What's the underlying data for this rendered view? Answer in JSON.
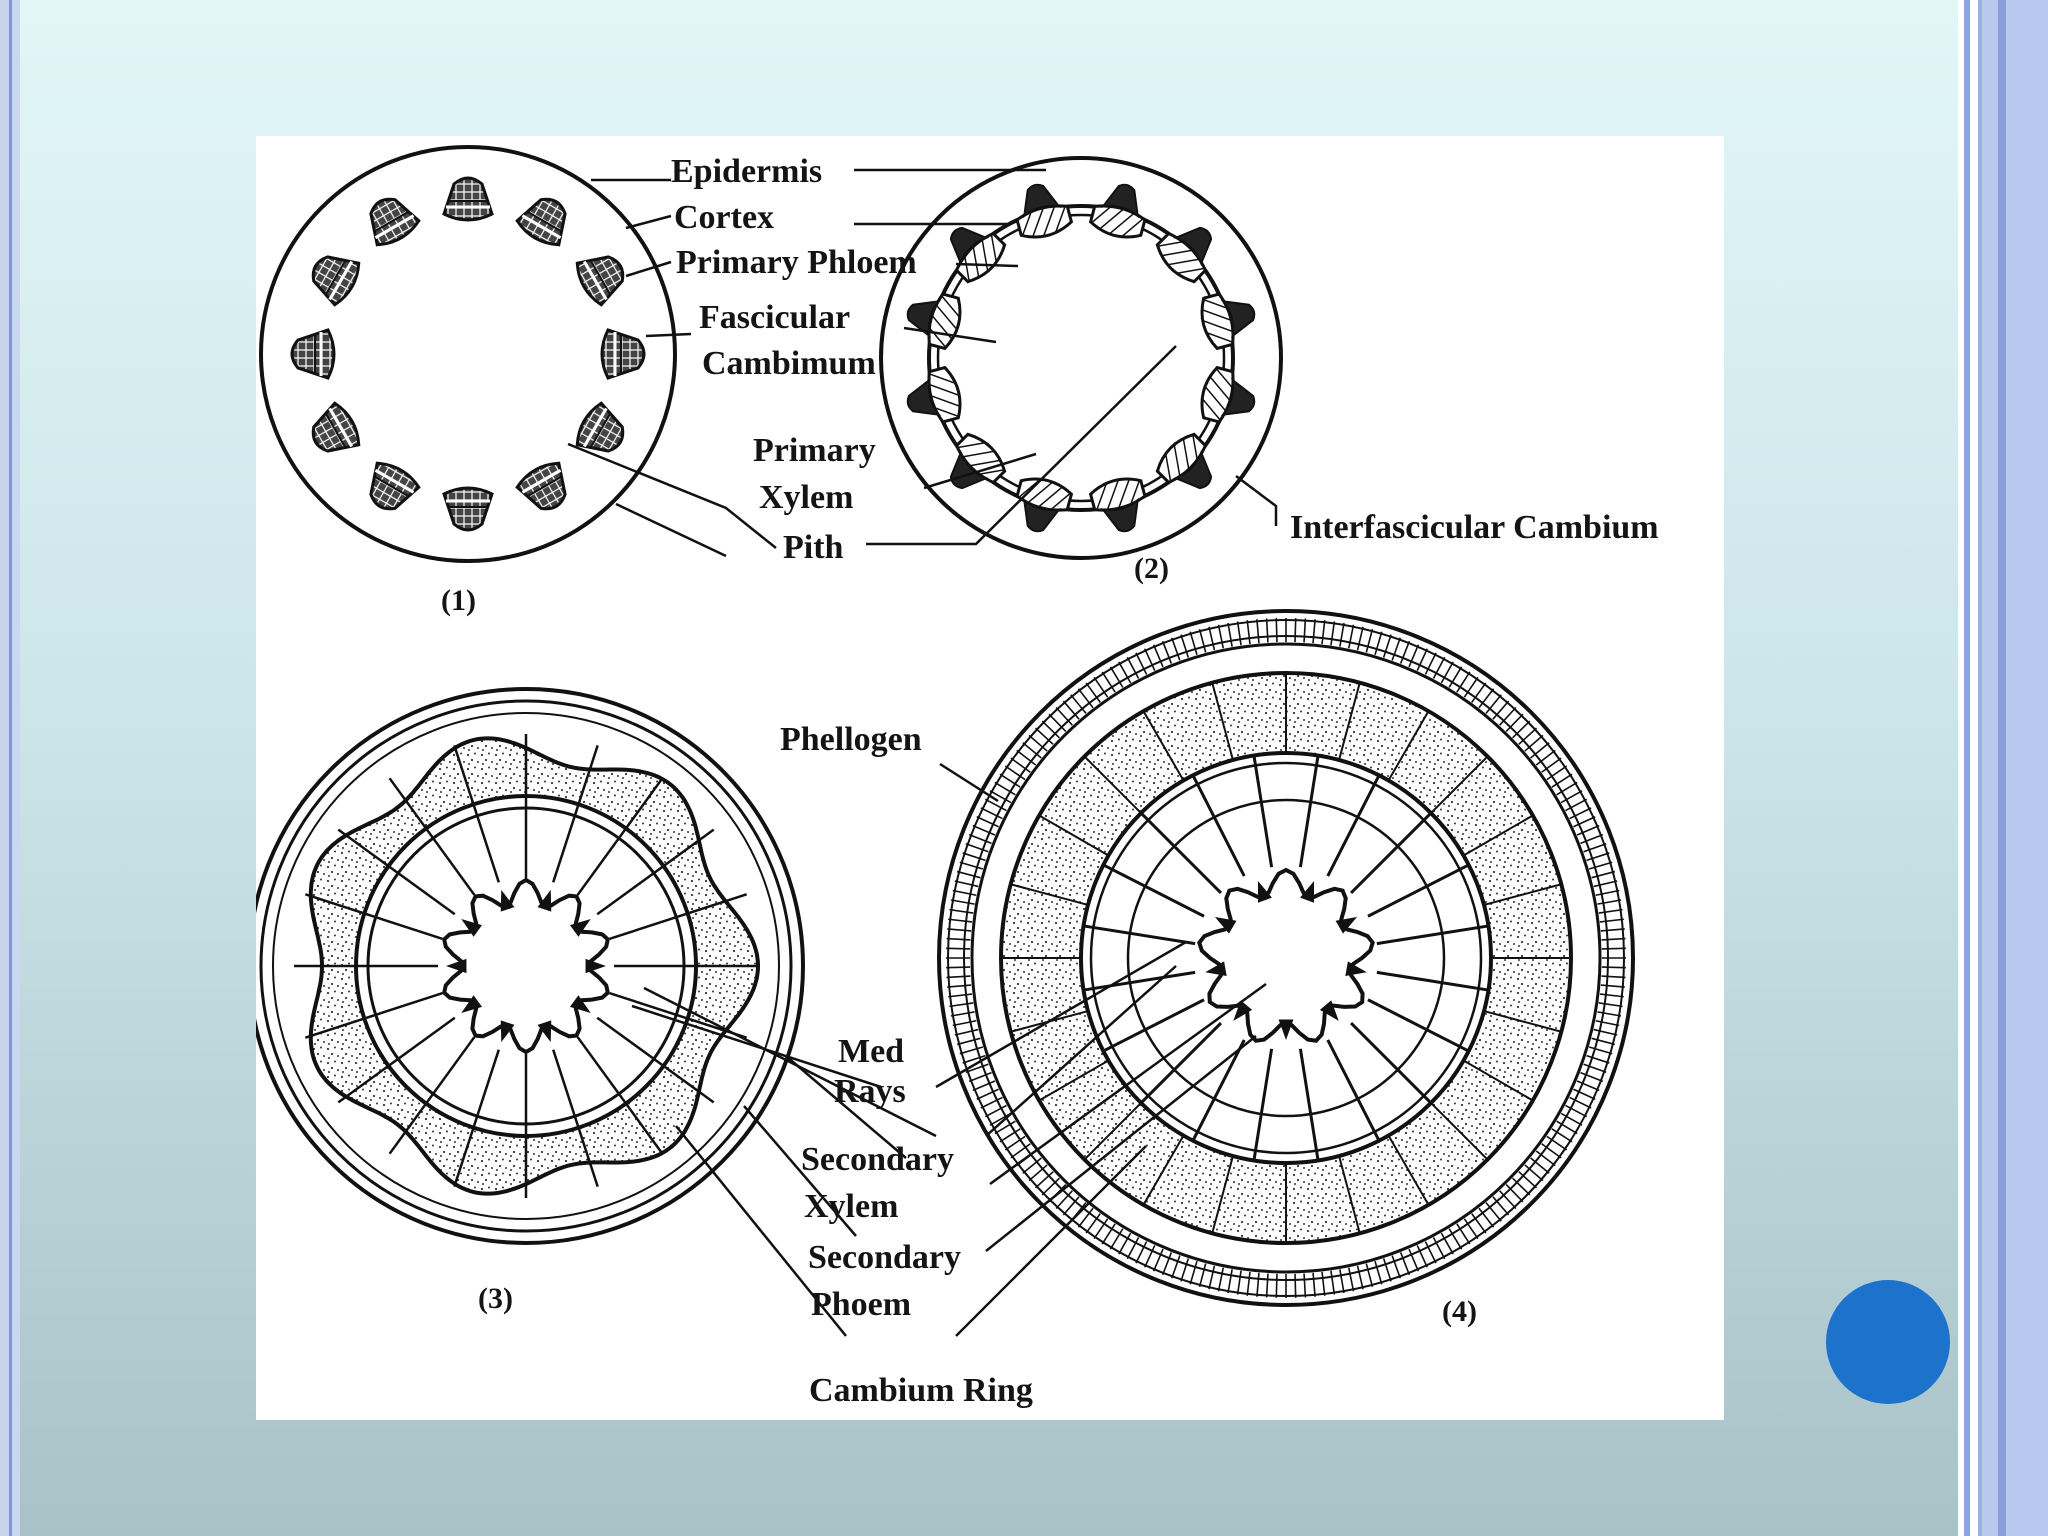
{
  "labels": {
    "epidermis": "Epidermis",
    "cortex": "Cortex",
    "primary_phloem": "Primary Phloem",
    "fascicular_1": "Fascicular",
    "fascicular_2": "Cambimum",
    "primary_xylem_1": "Primary",
    "primary_xylem_2": "Xylem",
    "pith": "Pith",
    "interfascicular_cambium": "Interfascicular Cambium",
    "phellogen": "Phellogen",
    "med_rays_1": "Med",
    "med_rays_2": "Rays",
    "secondary_xylem_1": "Secondary",
    "secondary_xylem_2": "Xylem",
    "secondary_phloem_1": "Secondary",
    "secondary_phloem_2": "Phoem",
    "cambium_ring": "Cambium Ring"
  },
  "figures": {
    "fig1": "(1)",
    "fig2": "(2)",
    "fig3": "(3)",
    "fig4": "(4)"
  },
  "colors": {
    "ink": "#141414",
    "nav_dot": "#1d72cc"
  },
  "icons": {
    "nav_dot": "circle"
  }
}
